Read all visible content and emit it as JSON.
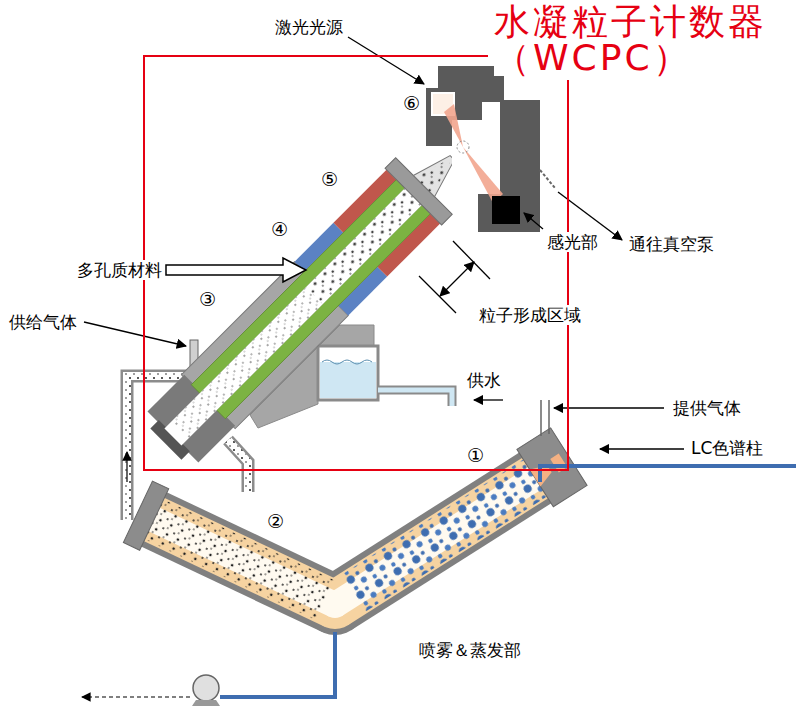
{
  "diagram": {
    "nodes": [
      {
        "text": [
          "水凝粒子计数器 （WCPC）"
        ]
      }
    ],
    "labels": [
      "激光光源",
      "⑥",
      "⑤",
      "④",
      "多孔质材料",
      "③",
      "供给气体",
      "感光部",
      "通往真空泵",
      "粒子形成区域",
      "供水",
      "提供气体",
      "LC色谱柱",
      "①",
      "②",
      "喷雾＆蒸发部"
    ]
  }
}
